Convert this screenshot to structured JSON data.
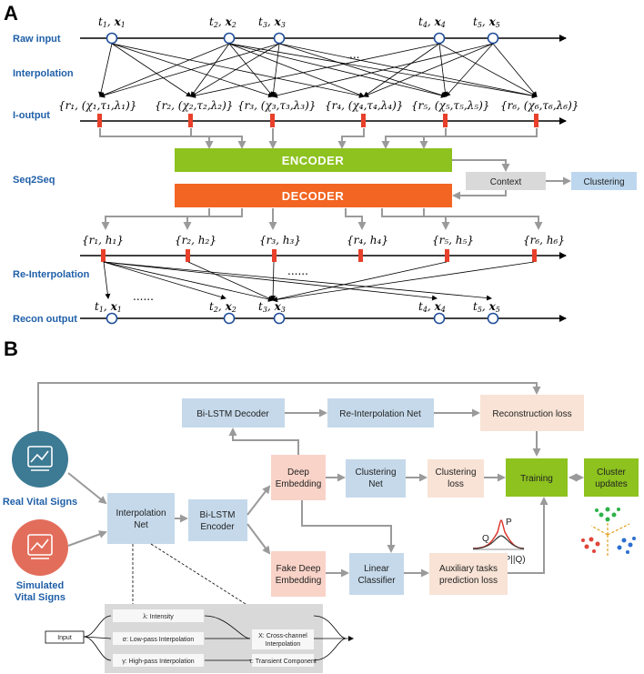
{
  "panel_a": {
    "letter": "A",
    "labels": {
      "raw_input": "Raw input",
      "interpolation": "Interpolation",
      "i_output": "I-output",
      "seq2seq": "Seq2Seq",
      "re_interpolation": "Re-Interpolation",
      "recon_output": "Recon output"
    },
    "raw_points": [
      {
        "t": "t",
        "sub": "1",
        "x": "x",
        "xsub": "1"
      },
      {
        "t": "t",
        "sub": "2",
        "x": "x",
        "xsub": "2"
      },
      {
        "t": "t",
        "sub": "3",
        "x": "x",
        "xsub": "3"
      },
      {
        "t": "t",
        "sub": "4",
        "x": "x",
        "xsub": "4"
      },
      {
        "t": "t",
        "sub": "5",
        "x": "x",
        "xsub": "5"
      }
    ],
    "ellipsis": "...",
    "ellipsis2": "......",
    "i_outputs": [
      "{r₁, (χ₁,τ₁,λ₁)}",
      "{r₂, (χ₂,τ₂,λ₂)}",
      "{r₃, (χ₃,τ₃,λ₃)}",
      "{r₄, (χ₄,τ₄,λ₄)}",
      "{r₅, (χ₅,τ₅,λ₅)}",
      "{r₆, (χ₆,τ₆,λ₆)}"
    ],
    "encoder": "ENCODER",
    "decoder": "DECODER",
    "context": "Context",
    "clustering": "Clustering",
    "hidden": [
      "{r₁, h₁}",
      "{r₂, h₂}",
      "{r₃, h₃}",
      "{r₄, h₄}",
      "{r₅, h₅}",
      "{r₆, h₆}"
    ],
    "colors": {
      "encoder": "#8dc21f",
      "decoder": "#f26522",
      "context": "#d9d9d9",
      "clustering": "#bdd7ee",
      "marker": "#e8402a",
      "circle": "#1f4e9a"
    }
  },
  "panel_b": {
    "letter": "B",
    "real": "Real Vital Signs",
    "simulated_line1": "Simulated",
    "simulated_line2": "Vital Signs",
    "interp_net_1": "Interpolation",
    "interp_net_2": "Net",
    "bilstm_enc_1": "Bi-LSTM",
    "bilstm_enc_2": "Encoder",
    "bilstm_dec": "Bi-LSTM  Decoder",
    "reinterp_net": "Re-Interpolation Net",
    "recon_loss": "Reconstruction loss",
    "deep_emb_1": "Deep",
    "deep_emb_2": "Embedding",
    "clustering_net_1": "Clustering",
    "clustering_net_2": "Net",
    "clustering_loss_1": "Clustering",
    "clustering_loss_2": "loss",
    "training": "Training",
    "cluster_updates_1": "Cluster",
    "cluster_updates_2": "updates",
    "fake_emb_1": "Fake Deep",
    "fake_emb_2": "Embedding",
    "linear_cls_1": "Linear",
    "linear_cls_2": "Classifier",
    "aux_loss_1": "Auxiliary tasks",
    "aux_loss_2": "prediction loss",
    "kl_p": "P",
    "kl_q": "Q",
    "kl_formula": "L = KL(P||Q)",
    "detail": {
      "input": "Input",
      "intensity": "λ: Intensity",
      "low_pass": "σ: Low-pass Interpolation",
      "high_pass": "γ: High-pass Interpolation",
      "cross_1": "X: Cross-channel",
      "cross_2": "Interpolation",
      "transient": "τ: Transient Component"
    },
    "colors": {
      "blue_box": "#c5d9ea",
      "pink_box": "#f9d3c8",
      "peach_box": "#f8e3d6",
      "green_box": "#8dc21f",
      "real_circle": "#3d7a93",
      "sim_circle": "#e36d5b"
    }
  }
}
